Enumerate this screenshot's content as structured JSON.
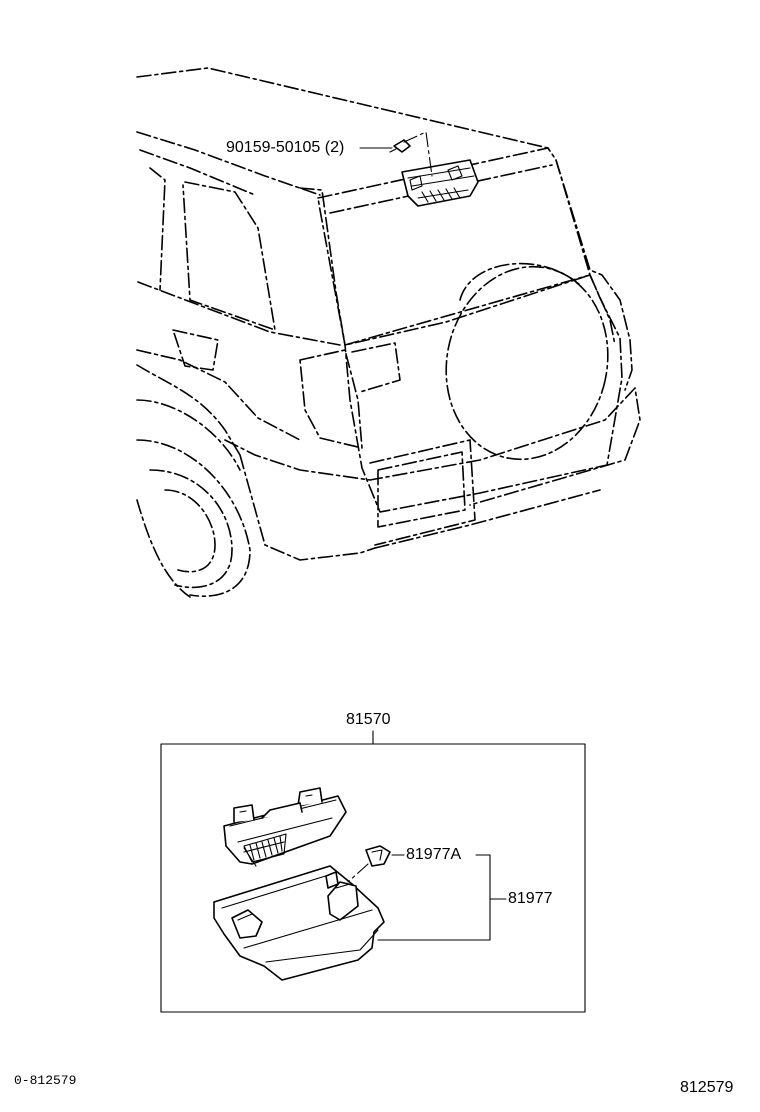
{
  "callouts": {
    "bolt_part": "90159-50105 (2)",
    "assembly_part": "81570",
    "clip_part": "81977A",
    "cover_part": "81977"
  },
  "footer": {
    "left_code": "0-812579",
    "right_code": "812579"
  },
  "colors": {
    "line": "#000000",
    "background": "#ffffff"
  }
}
